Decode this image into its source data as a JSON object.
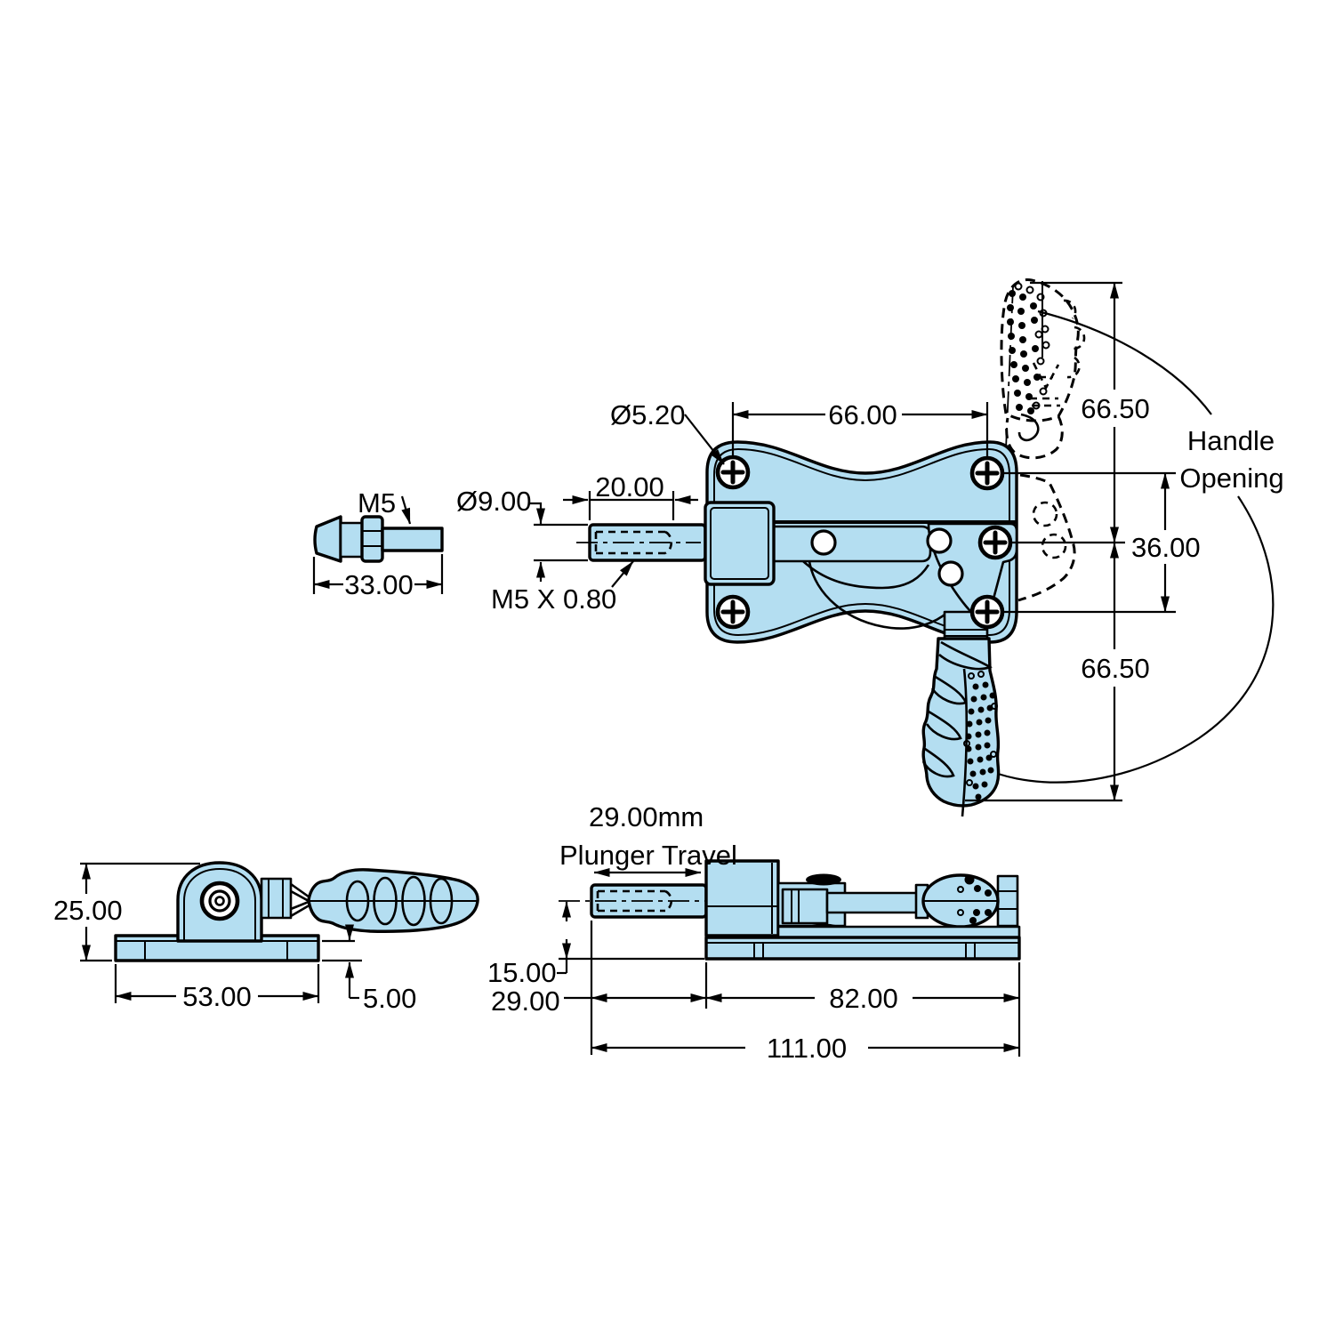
{
  "title": "Push-pull toggle clamp dimensional drawing",
  "colors": {
    "body_fill": "#B4DEF1",
    "line_color": "#000000",
    "background": "#FFFFFF"
  },
  "views": {
    "spindle_detail": {
      "thread_label": "M5",
      "overall_length": "33.00"
    },
    "front_view": {
      "mounting_hole_diameter": "Ø5.20",
      "mounting_hole_spacing": "66.00",
      "handle_open_height": "66.50",
      "pivot_to_hole_spacing": "36.00",
      "handle_closed_height": "66.50",
      "handle_opening_label_line1": "Handle",
      "handle_opening_label_line2": "Opening",
      "plunger_diameter": "Ø9.00",
      "thread_depth": "20.00",
      "thread_spec": "M5 X 0.80"
    },
    "side_view": {
      "overall_height": "25.00",
      "base_length": "53.00",
      "base_thickness": "5.00"
    },
    "top_view": {
      "travel_label_line1": "29.00mm",
      "travel_label_line2": "Plunger Travel",
      "center_height": "15.00",
      "plunger_extension": "29.00",
      "body_length": "82.00",
      "overall_length": "111.00"
    }
  }
}
